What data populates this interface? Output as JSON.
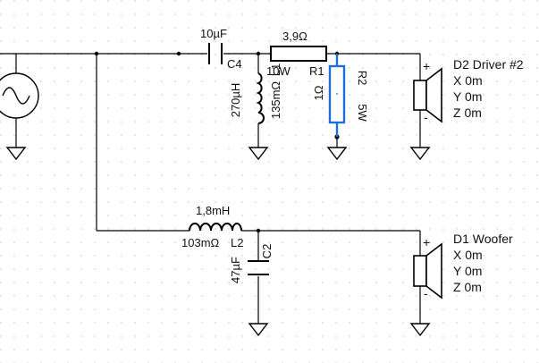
{
  "colors": {
    "wire": "#000000",
    "selected": "#1e6fd9",
    "grid_dot": "#c8c8c8",
    "background": "#ffffff"
  },
  "labels": {
    "c4_value": "10µF",
    "c4_name": "C4",
    "r1_value": "3,9Ω",
    "r1_power": "10W",
    "r1_name": "R1",
    "r2_value": "1Ω",
    "r2_name": "R2",
    "r2_power": "5W",
    "l1_inductance": "270µH",
    "l1_name": "L1",
    "l1_resistance": "135mΩ",
    "l2_inductance": "1,8mH",
    "l2_resistance": "103mΩ",
    "l2_name": "L2",
    "c2_value": "47µF",
    "c2_name": "C2",
    "d2": {
      "name": "D2 Driver #2",
      "x": "X 0m",
      "y": "Y 0m",
      "z": "Z 0m"
    },
    "d1": {
      "name": "D1 Woofer",
      "x": "X 0m",
      "y": "Y 0m",
      "z": "Z 0m"
    },
    "plus": "+",
    "minus": "-"
  }
}
